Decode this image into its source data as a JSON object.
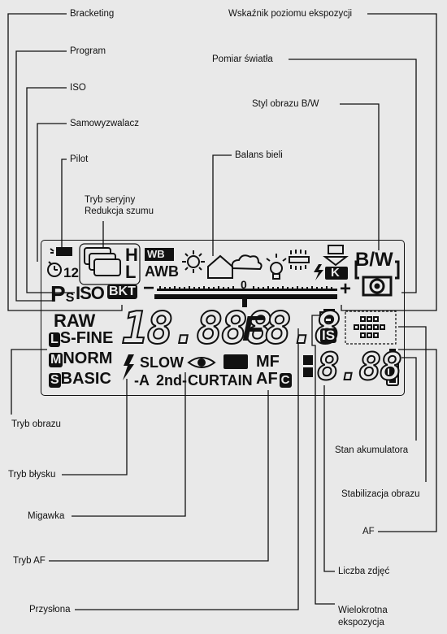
{
  "labels": {
    "bracketing": "Bracketing",
    "program": "Program",
    "iso": "ISO",
    "self_timer": "Samowyzwalacz",
    "remote": "Pilot",
    "continuous_nr_1": "Tryb seryjny",
    "continuous_nr_2": "Redukcja szumu",
    "white_balance": "Balans bieli",
    "exposure_indicator": "Wskaźnik poziomu ekspozycji",
    "metering": "Pomiar  światła",
    "bw_style": "Styl obrazu B/W",
    "image_mode": "Tryb obrazu",
    "flash_mode": "Tryb błysku",
    "shutter": "Migawka",
    "af_mode": "Tryb AF",
    "aperture": "Przysłona",
    "battery": "Stan akumulatora",
    "stabilization": "Stabilizacja obrazu",
    "af": "AF",
    "shot_count": "Liczba zdjęć",
    "multi_exposure_1": "Wielokrotna",
    "multi_exposure_2": "ekspozycja"
  },
  "lcd": {
    "timer_12": "12",
    "burst_h": "H",
    "burst_l": "L",
    "wb": "WB",
    "awb": "AWB",
    "bw": "B/W",
    "k": "K",
    "ps": "P",
    "ps_sub": "S",
    "iso": "ISO",
    "bkt": "BKT",
    "minus": "−",
    "plus": "+",
    "zero": "0",
    "raw": "RAW",
    "l": "L",
    "sfine": "S-FINE",
    "m": "M",
    "norm": "NORM",
    "s": "S",
    "basic": "BASIC",
    "big_digits": "18.888",
    "f": "F",
    "f_digits": "8.8",
    "is": "IS",
    "slow": "SLOW",
    "a": "-A",
    "second": "2nd-",
    "curtain": "CURTAIN",
    "mf": "MF",
    "af": "AF",
    "c": "C",
    "count_digits": "8.88"
  }
}
